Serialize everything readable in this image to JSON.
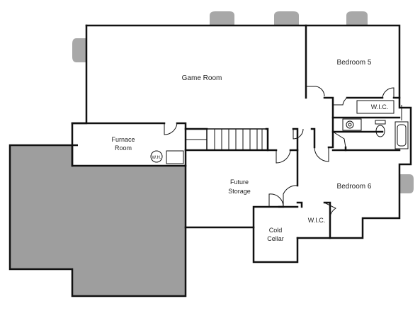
{
  "rooms": {
    "game_room": "Game Room",
    "bedroom_5": "Bedroom 5",
    "wic_upper": "W.I.C.",
    "furnace_line1": "Furnace",
    "furnace_line2": "Room",
    "wh_label": "W.H.",
    "future_line1": "Future",
    "future_line2": "Storage",
    "bedroom_6": "Bedroom 6",
    "wic_lower": "W.I.C.",
    "cold_line1": "Cold",
    "cold_line2": "Cellar"
  },
  "colors": {
    "wall": "#111111",
    "unfinished": "#9e9e9e",
    "window_well": "#a8a8a8",
    "background": "#ffffff"
  }
}
